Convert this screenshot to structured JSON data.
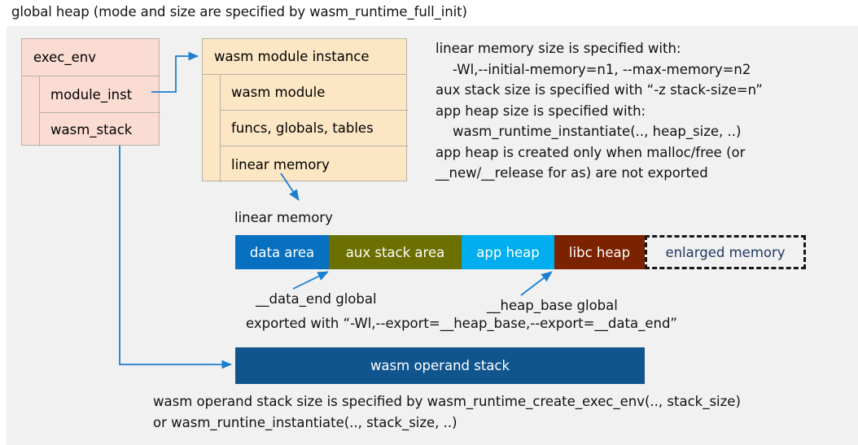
{
  "page": {
    "title": "global heap (mode and size are specified by wasm_runtime_full_init)"
  },
  "exec_env": {
    "header": "exec_env",
    "rows": [
      {
        "label": "module_inst"
      },
      {
        "label": "wasm_stack"
      }
    ]
  },
  "wasm_module_instance": {
    "header": "wasm module instance",
    "rows": [
      {
        "label": "wasm module"
      },
      {
        "label": "funcs, globals, tables"
      },
      {
        "label": "linear memory"
      }
    ]
  },
  "notes": {
    "right_block": "linear memory size is specified with:\n    -Wl,--initial-memory=n1, --max-memory=n2\naux stack size is specified with “-z stack-size=n”\napp heap size is specified with:\n    wasm_runtime_instantiate(.., heap_size, ..)\napp heap is created only when malloc/free (or\n__new/__release for as) are not exported",
    "bottom_block": "wasm operand stack size is specified by wasm_runtime_create_exec_env(.., stack_size)\nor wasm_runtine_instantiate(.., stack_size, ..)"
  },
  "linear_memory": {
    "label": "linear memory",
    "segments": [
      {
        "name": "data area",
        "width": 115,
        "color": "#0870c0",
        "text_color": "#ffffff"
      },
      {
        "name": "aux stack area",
        "width": 163,
        "color": "#6b7000",
        "text_color": "#ffffff"
      },
      {
        "name": "app heap",
        "width": 114,
        "color": "#00adee",
        "text_color": "#ffffff"
      },
      {
        "name": "libc heap",
        "width": 111,
        "color": "#7b2200",
        "text_color": "#ffffff"
      },
      {
        "name": "enlarged memory",
        "width": 198,
        "color": "#f1f1f1",
        "text_color": "#1f3864"
      }
    ]
  },
  "operand_stack": {
    "label": "wasm operand stack",
    "color": "#11558f"
  },
  "callouts": {
    "data_end": "__data_end global",
    "heap_base": "__heap_base global",
    "exported": "exported with “-Wl,--export=__heap_base,--export=__data_end”"
  },
  "colors": {
    "panel_background": "#f1f1f1",
    "exec_env_fill": "#fadcd2",
    "module_instance_fill": "#fce6c4",
    "box_border": "#b9b2a6",
    "connector": "#1b7fd0"
  }
}
